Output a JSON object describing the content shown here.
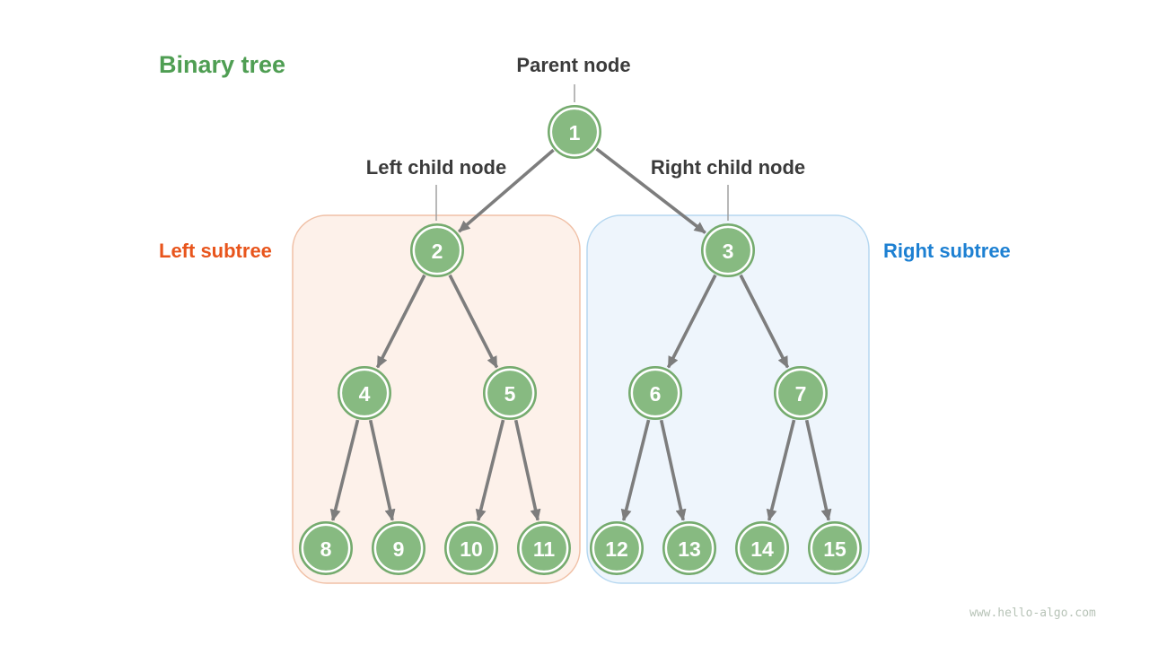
{
  "figure": {
    "background": "#ffffff"
  },
  "title": {
    "label": "Binary tree"
  },
  "callouts": {
    "parent_node": "Parent node",
    "left_child_node": "Left child node",
    "right_child_node": "Right child node",
    "left_subtree": "Left subtree",
    "right_subtree": "Right subtree"
  },
  "watermark": "www.hello-algo.com",
  "colors": {
    "title_green": "#4f9e53",
    "label_dark": "#3b3b3b",
    "left_subtree_orange": "#e8551c",
    "right_subtree_blue": "#1d80d2",
    "node_fill": "#87ba81",
    "node_ring": "#75ab6e",
    "node_text": "#ffffff",
    "edge_gray": "#7d7d7d",
    "callout_line_gray": "#9a9a9a",
    "left_box_fill": "#fdf1ea",
    "left_box_border": "#f0c0a6",
    "right_box_fill": "#eef5fc",
    "right_box_border": "#b5d7f0",
    "watermark_gray": "#b7c3b7"
  },
  "tree": {
    "type": "binary-tree",
    "root": 1,
    "nodes": [
      1,
      2,
      3,
      4,
      5,
      6,
      7,
      8,
      9,
      10,
      11,
      12,
      13,
      14,
      15
    ],
    "edges": [
      [
        1,
        2
      ],
      [
        1,
        3
      ],
      [
        2,
        4
      ],
      [
        2,
        5
      ],
      [
        3,
        6
      ],
      [
        3,
        7
      ],
      [
        4,
        8
      ],
      [
        4,
        9
      ],
      [
        5,
        10
      ],
      [
        5,
        11
      ],
      [
        6,
        12
      ],
      [
        6,
        13
      ],
      [
        7,
        14
      ],
      [
        7,
        15
      ]
    ],
    "left_subtree_nodes": [
      2,
      4,
      5,
      8,
      9,
      10,
      11
    ],
    "right_subtree_nodes": [
      3,
      6,
      7,
      12,
      13,
      14,
      15
    ]
  }
}
